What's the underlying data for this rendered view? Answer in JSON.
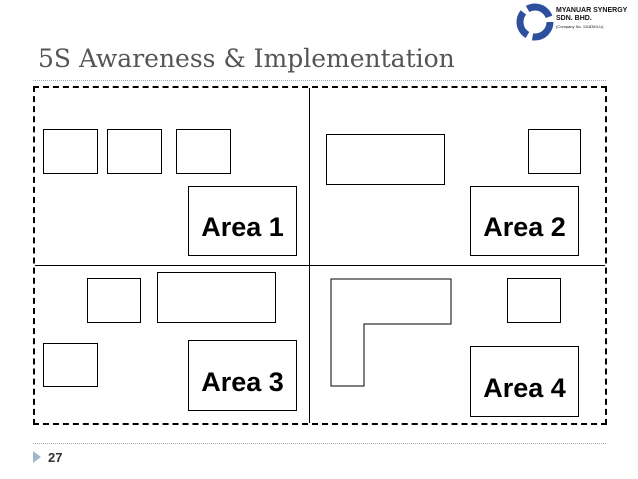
{
  "slide": {
    "title": "5S Awareness & Implementation",
    "page_number": "27",
    "logo": {
      "company": "MYANUAR SYNERGY",
      "suffix": "SDN. BHD.",
      "reg": "(Company No. 1118343-U)",
      "color": "#2e4f9e"
    }
  },
  "diagram": {
    "areas": [
      {
        "label": "Area 1"
      },
      {
        "label": "Area 2"
      },
      {
        "label": "Area 3"
      },
      {
        "label": "Area 4"
      }
    ]
  }
}
